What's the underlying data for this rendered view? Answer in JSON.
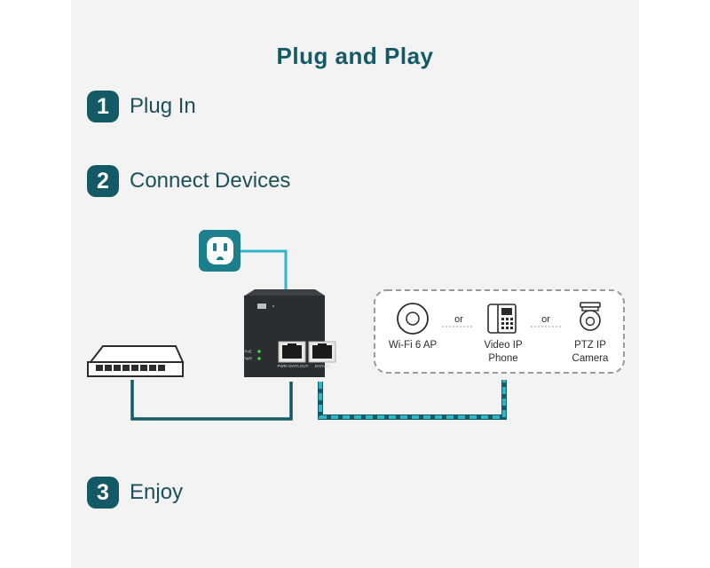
{
  "title": "Plug and Play",
  "steps": [
    {
      "number": "1",
      "label": "Plug In"
    },
    {
      "number": "2",
      "label": "Connect Devices"
    },
    {
      "number": "3",
      "label": "Enjoy"
    }
  ],
  "injector": {
    "led_poe": "PoE",
    "led_pwr": "PWR",
    "port_out": "PWR+DATA OUT",
    "port_in": "DATA IN"
  },
  "devices": {
    "wifi_ap": "Wi-Fi 6 AP",
    "phone_line1": "Video IP",
    "phone_line2": "Phone",
    "camera_line1": "PTZ IP",
    "camera_line2": "Camera",
    "or_1": "or",
    "or_2": "or"
  },
  "colors": {
    "brand": "#135a66",
    "cable_teal": "#2fb6c8",
    "device_dark": "#2b2e31"
  }
}
